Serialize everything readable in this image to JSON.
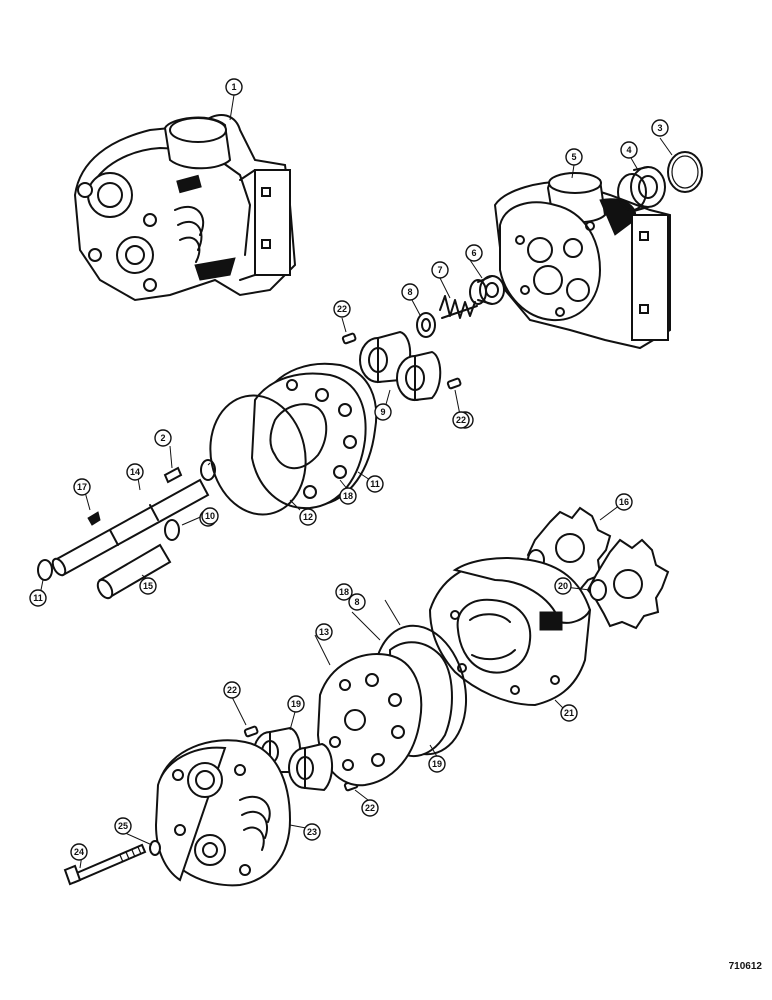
{
  "diagram": {
    "reference": "710612",
    "callouts": [
      "1",
      "2",
      "3",
      "4",
      "5",
      "6",
      "7",
      "8",
      "8",
      "8",
      "9",
      "10",
      "10",
      "11",
      "11",
      "12",
      "13",
      "14",
      "15",
      "16",
      "17",
      "18",
      "18",
      "19",
      "19",
      "20",
      "21",
      "22",
      "22",
      "22",
      "22",
      "23",
      "24",
      "25"
    ]
  }
}
